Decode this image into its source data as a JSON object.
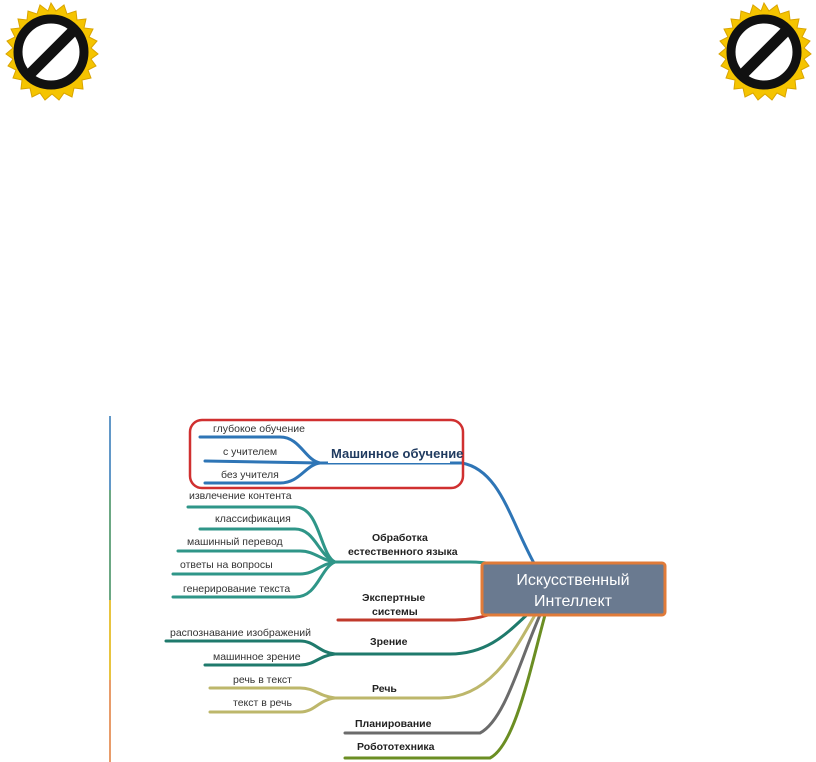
{
  "colors": {
    "ml": "#2e75b6",
    "nlp": "#2f9688",
    "expert": "#c0392b",
    "vision": "#1f7a6c",
    "speech": "#bdb76b",
    "planning": "#6b6b6b",
    "robotics": "#6b8e23",
    "center_fill": "#6a7a90",
    "center_border": "#e07b39",
    "highlight": "#d03030"
  },
  "icons": {
    "left": "no-entry-sign-icon",
    "right": "no-entry-sign-icon"
  },
  "center": {
    "line1": "Искусственный",
    "line2": "Интеллект"
  },
  "branches": {
    "ml": {
      "label": "Машинное обучение",
      "leaves": [
        "глубокое обучение",
        "с учителем",
        "без учителя"
      ]
    },
    "nlp": {
      "line1": "Обработка",
      "line2": "естественного языка",
      "leaves": [
        "извлечение контента",
        "классификация",
        "машинный перевод",
        "ответы на вопросы",
        "генерирование текста"
      ]
    },
    "expert": {
      "line1": "Экспертные",
      "line2": "системы"
    },
    "vision": {
      "label": "Зрение",
      "leaves": [
        "распознавание изображений",
        "машинное зрение"
      ]
    },
    "speech": {
      "label": "Речь",
      "leaves": [
        "речь в текст",
        "текст в речь"
      ]
    },
    "planning": {
      "label": "Планирование"
    },
    "robotics": {
      "label": "Робототехника"
    }
  }
}
